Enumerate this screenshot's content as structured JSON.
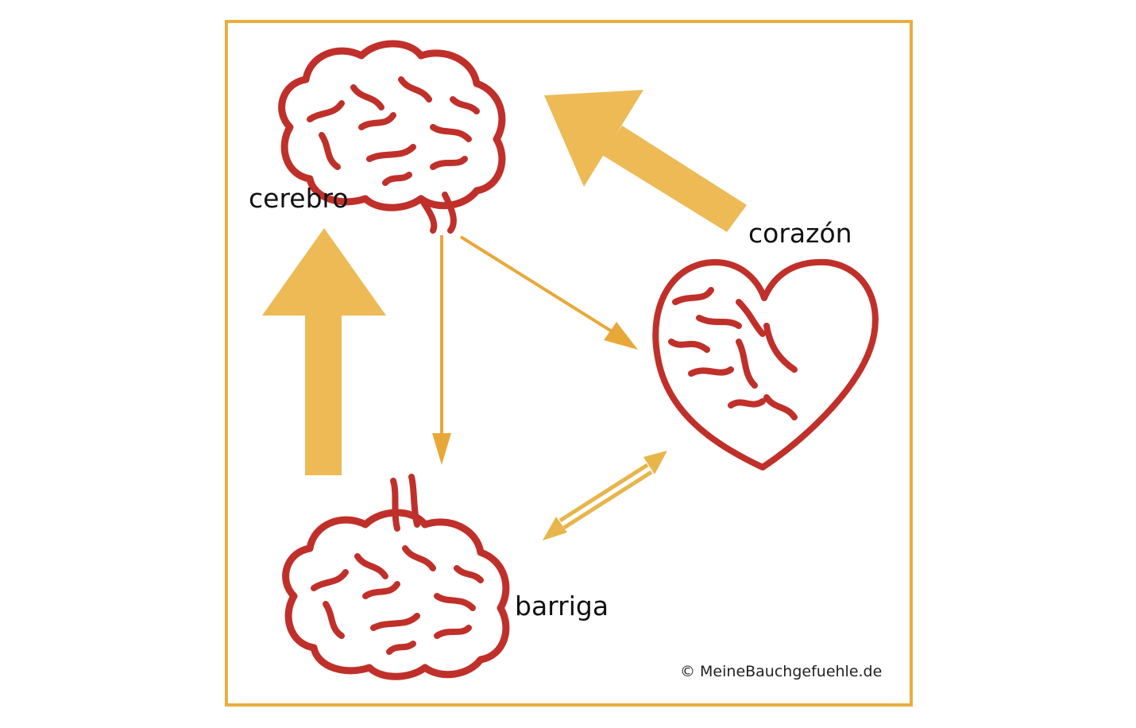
{
  "labels": {
    "brain": "cerebro",
    "heart": "corazón",
    "belly": "barriga"
  },
  "copyright": "© MeineBauchgefuehle.de",
  "colors": {
    "frame": "#E8AE3E",
    "big_arrow": "#EDBA55",
    "thin_arrow": "#E8A838",
    "organ_outline": "#C0302A"
  }
}
